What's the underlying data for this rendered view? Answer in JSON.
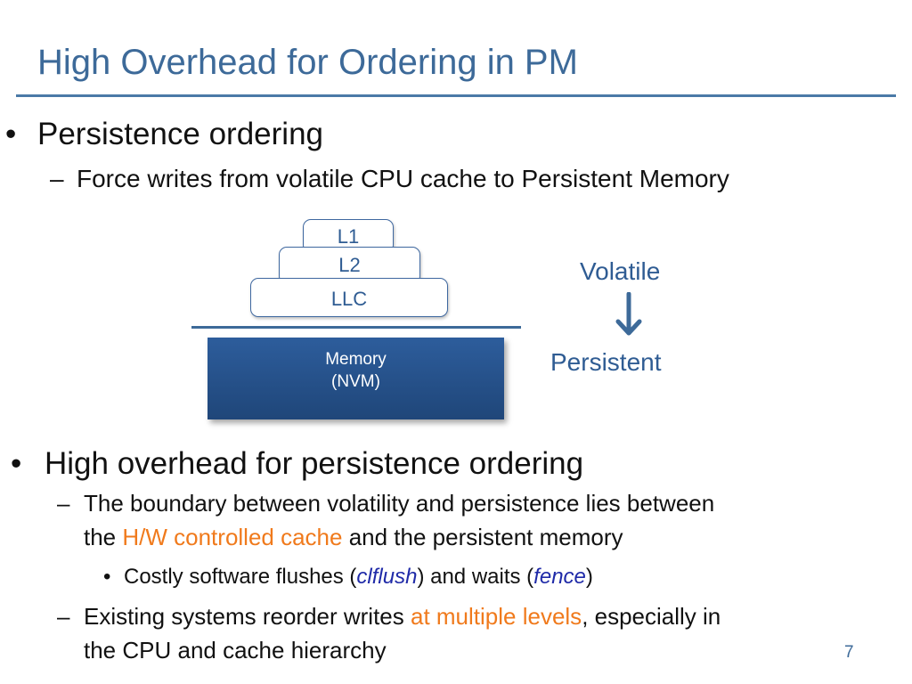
{
  "slide": {
    "title": "High Overhead for Ordering in PM",
    "page_number": "7"
  },
  "section1": {
    "bullet": "•",
    "heading": "Persistence ordering",
    "sub_dash": "–",
    "sub": "Force writes from volatile CPU cache to Persistent Memory"
  },
  "diagram": {
    "cache_levels": [
      "L1",
      "L2",
      "LLC"
    ],
    "memory_line1": "Memory",
    "memory_line2": "(NVM)",
    "volatile_label": "Volatile",
    "persistent_label": "Persistent",
    "accent_color": "#2f5c93"
  },
  "section2": {
    "bullet": "•",
    "heading": "High overhead for persistence ordering",
    "sub_dash": "–",
    "point1_line1": "The boundary between volatility and persistence lies between",
    "point1_line2_a": "the ",
    "point1_line2_highlight": "H/W controlled cache",
    "point1_line2_b": " and the persistent memory",
    "subsub_bullet": "•",
    "subsub_a": "Costly software flushes (",
    "subsub_clflush": "clflush",
    "subsub_b": ") and waits (",
    "subsub_fence": "fence",
    "subsub_c": ")",
    "point2_line1_a": "Existing systems reorder writes ",
    "point2_line1_highlight": "at multiple levels",
    "point2_line1_b": ", especially in",
    "point2_line2": "the CPU and cache hierarchy",
    "highlight_color": "#f07a1c"
  }
}
